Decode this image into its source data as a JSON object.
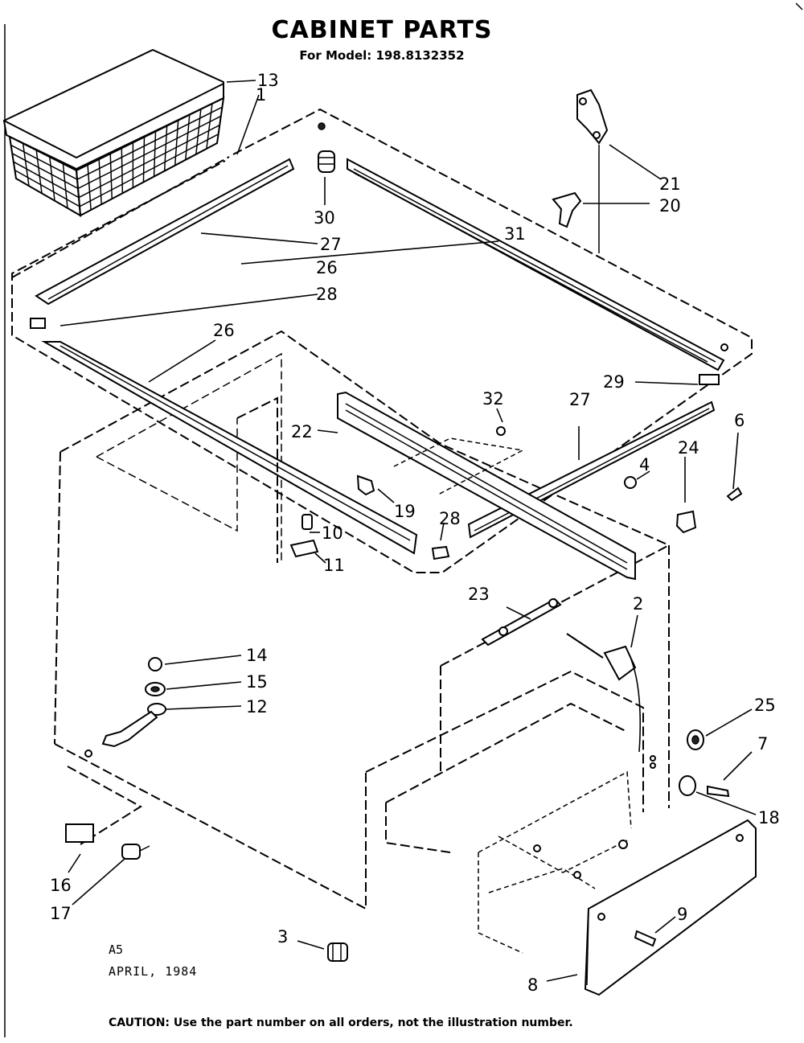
{
  "header": {
    "title": "CABINET PARTS",
    "subtitle": "For Model: 198.8132352"
  },
  "footer": {
    "code": "A5",
    "date": "APRIL, 1984",
    "caution": "CAUTION: Use the part number on all orders, not the illustration number."
  },
  "callouts": {
    "c1": "1",
    "c2": "2",
    "c3": "3",
    "c4": "4",
    "c6": "6",
    "c7": "7",
    "c8": "8",
    "c9": "9",
    "c10": "10",
    "c11": "11",
    "c12": "12",
    "c13": "13",
    "c14": "14",
    "c15": "15",
    "c16": "16",
    "c17": "17",
    "c18": "18",
    "c19": "19",
    "c20": "20",
    "c21": "21",
    "c22": "22",
    "c23": "23",
    "c24": "24",
    "c25": "25",
    "c26a": "26",
    "c26b": "26",
    "c27a": "27",
    "c27b": "27",
    "c28a": "28",
    "c28b": "28",
    "c29": "29",
    "c30": "30",
    "c31": "31",
    "c32": "32"
  }
}
